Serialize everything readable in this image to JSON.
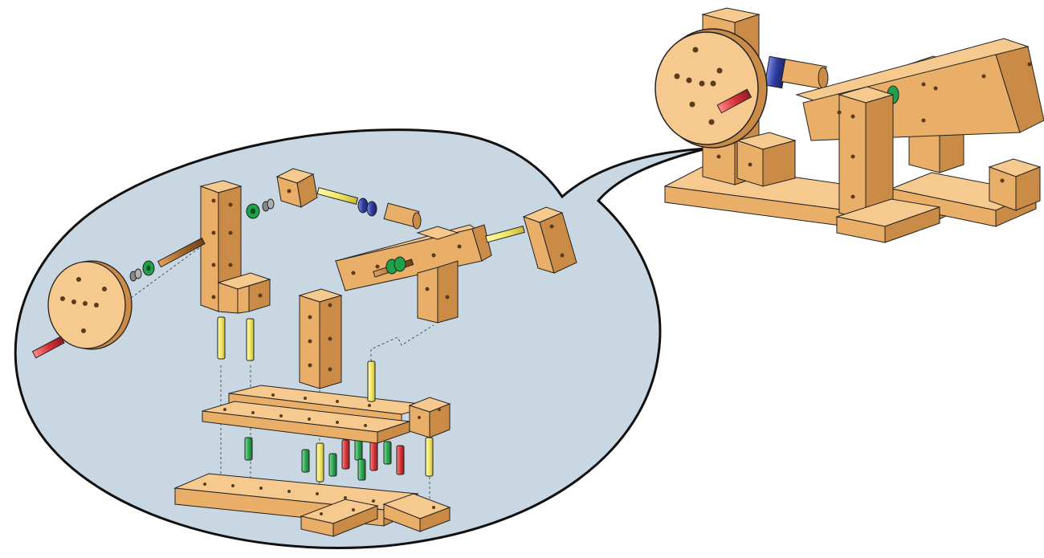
{
  "colors": {
    "wood_top": "#F6C98E",
    "wood_front": "#E9AE68",
    "wood_side": "#C98B46",
    "hole": "#5A3C1C",
    "bubble_fill": "#C9D7E3",
    "outline": "#111111",
    "peg_yellow": "#F2E96A",
    "peg_green": "#2EA852",
    "peg_red": "#D9353A",
    "spacer_blue": "#2E3C9C",
    "axle_brown": "#A8692C",
    "washer_green": "#1FA04A",
    "washer_grey": "#8A8A8A"
  },
  "diagram": {
    "type": "exploded-assembly-illustration",
    "callout": "speech-bubble",
    "assembled_view": "top-right",
    "exploded_view": "inside-bubble"
  }
}
